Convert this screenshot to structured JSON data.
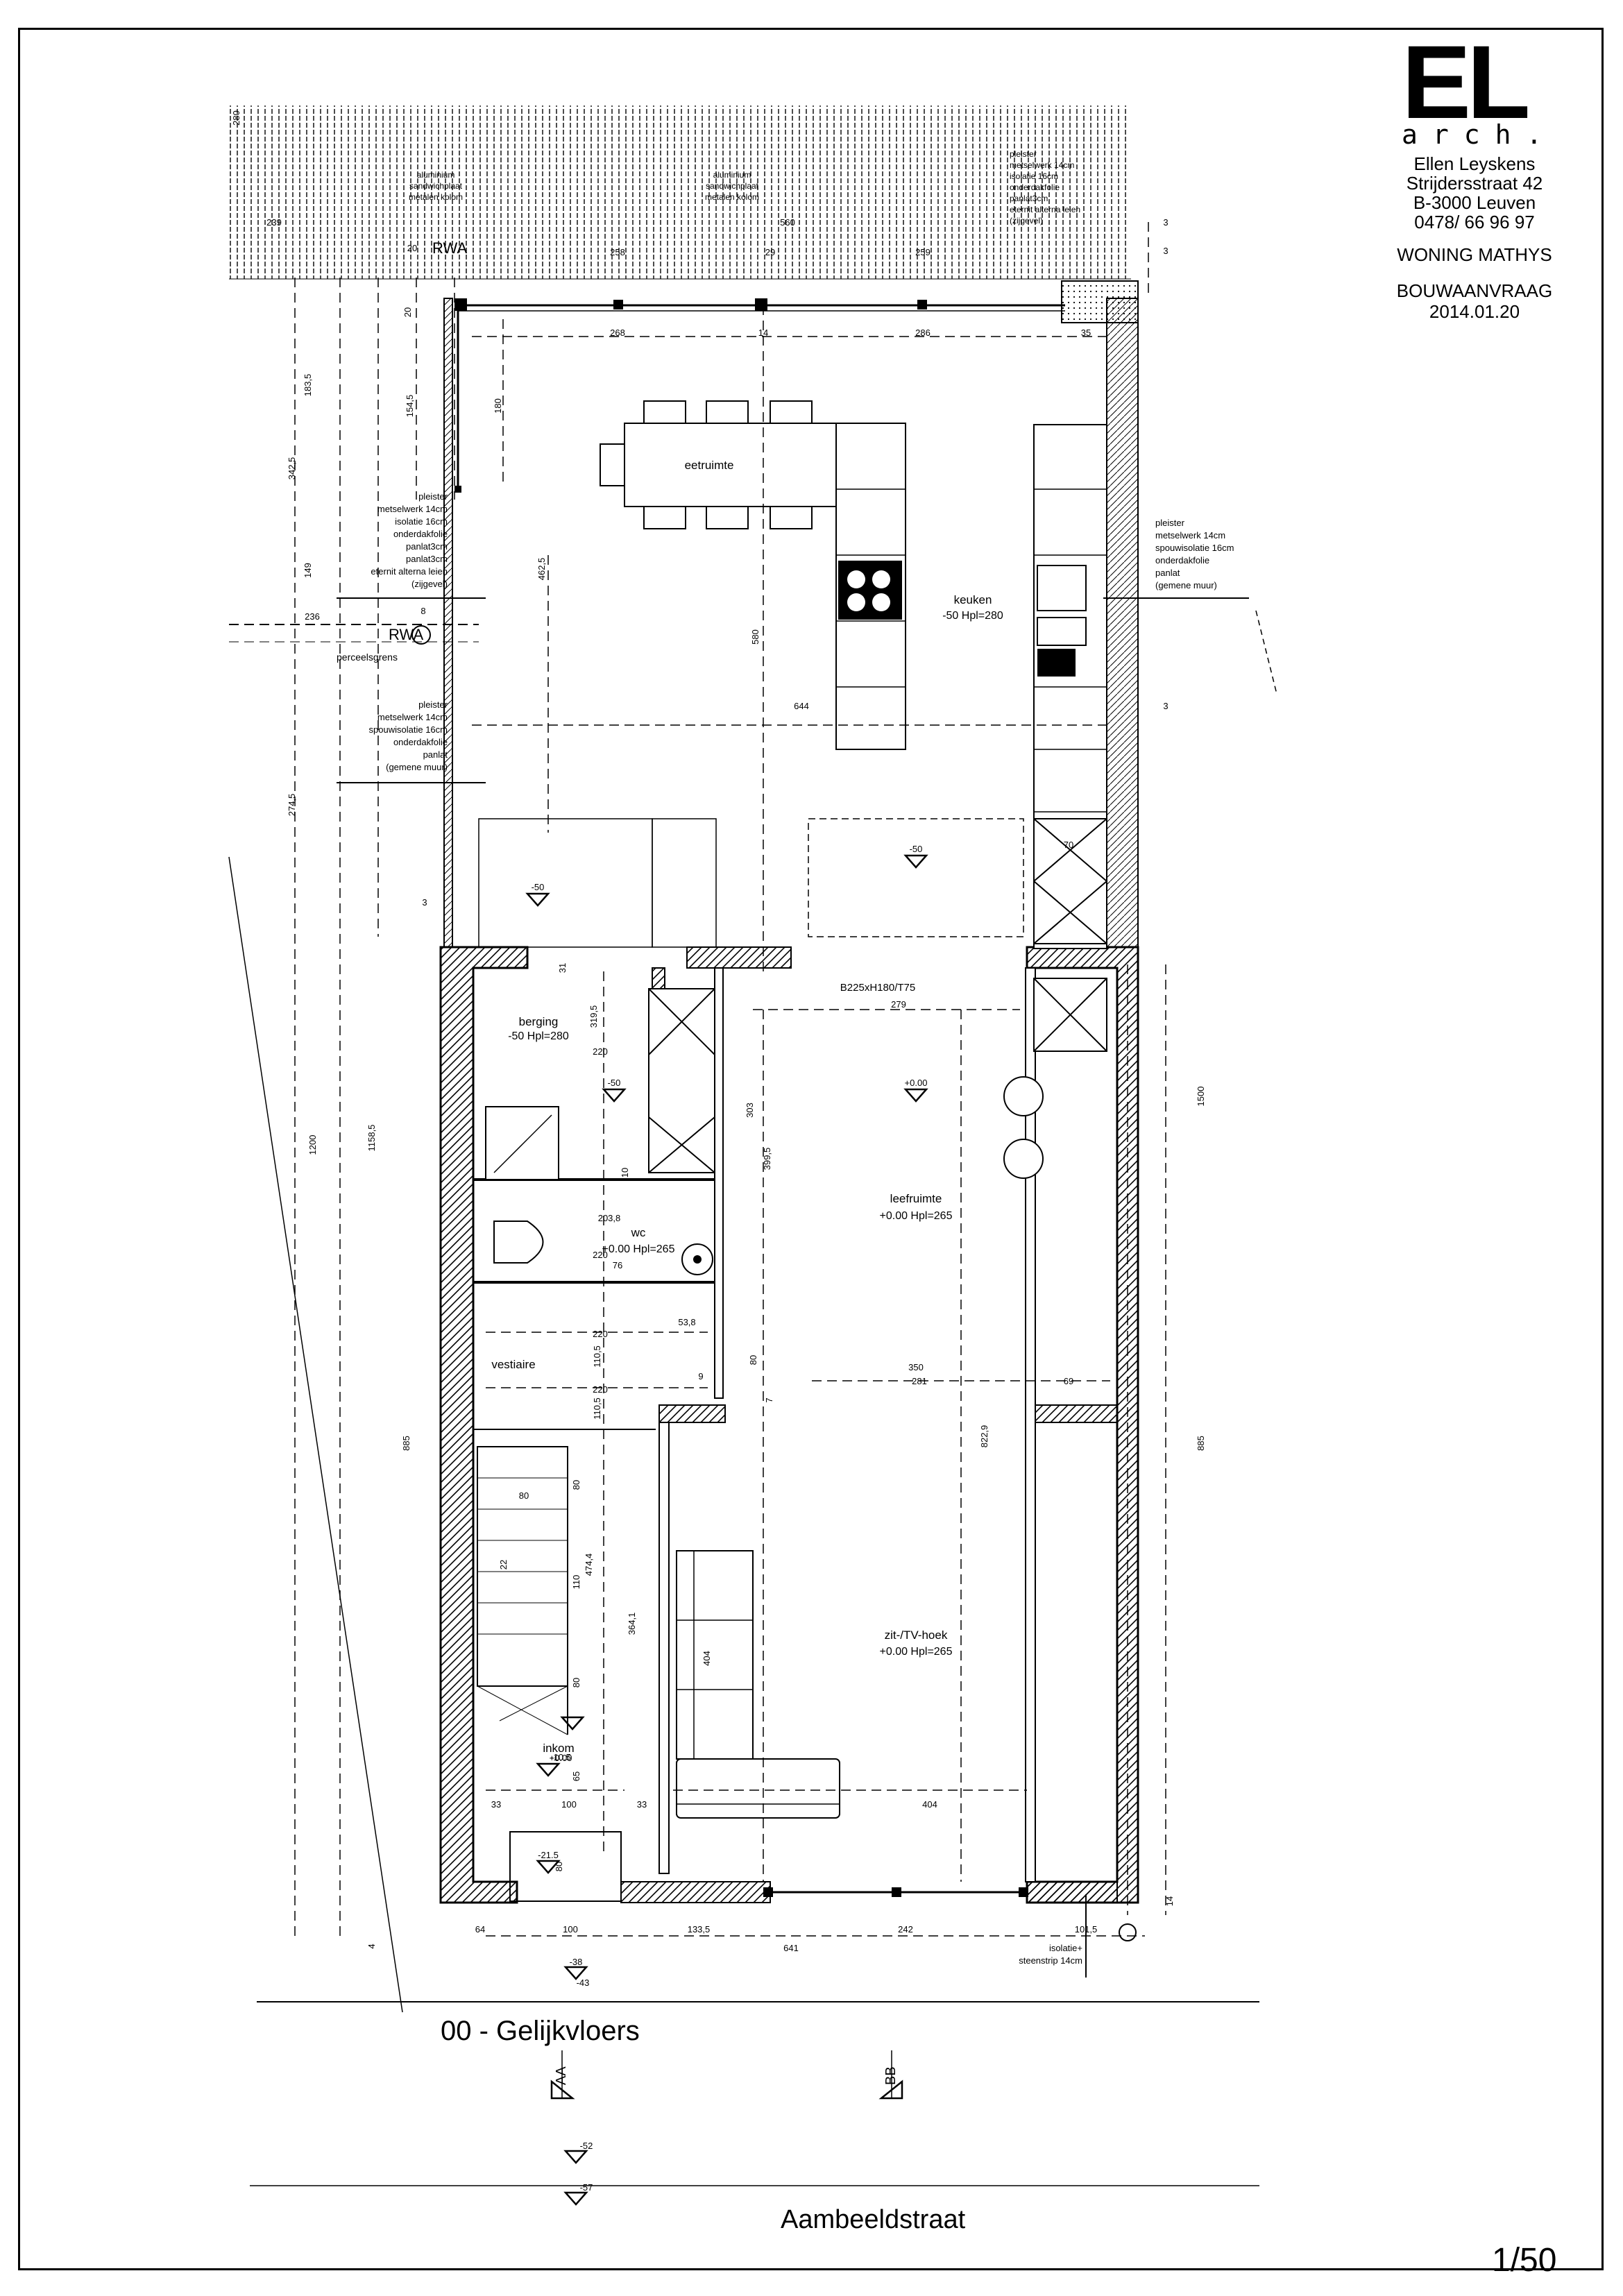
{
  "titleblock": {
    "logo_main": "EL",
    "logo_sub": "arch.",
    "architect_name": "Ellen Leyskens",
    "street_address": "Strijdersstraat 42",
    "city": "B-3000 Leuven",
    "phone": "0478/ 66 96 97",
    "project": "WONING MATHYS",
    "application": "BOUWAANVRAAG",
    "date": "2014.01.20"
  },
  "sheet": {
    "title": "00 - Gelijkvloers",
    "street": "Aambeeldstraat",
    "scale": "1/50"
  },
  "rooms": {
    "eetruimte": "eetruimte",
    "keuken": "keuken",
    "keuken_level": "-50 Hpl=280",
    "berging": "berging",
    "berging_level": "-50 Hpl=280",
    "wc": "wc",
    "wc_level": "+0.00 Hpl=265",
    "leefruimte": "leefruimte",
    "leefruimte_level": "+0.00 Hpl=265",
    "vestiaire": "vestiaire",
    "zithoek": "zit-/TV-hoek",
    "zithoek_level": "+0.00 Hpl=265",
    "inkom": "inkom",
    "inkom_level": "+0.00"
  },
  "annotations": {
    "rwa": "RWA",
    "perceelsgrens": "perceelsgrens",
    "opening": "B225xH180/T75",
    "wall_left_1": [
      "pleister",
      "metselwerk 14cm",
      "isolatie 16cm",
      "onderdakfolie",
      "panlat3cm",
      "panlat3cm",
      "eternit alterna leien",
      "(zijgevel)"
    ],
    "wall_left_2": [
      "pleister",
      "metselwerk 14cm",
      "spouwisolatie 16cm",
      "onderdakfolie",
      "panlat",
      "(gemene muur)"
    ],
    "wall_right": [
      "pleister",
      "metselwerk 14cm",
      "spouwisolatie 16cm",
      "onderdakfolie",
      "panlat",
      "(gemene muur)"
    ],
    "facade_note": [
      "isolatie+",
      "steenstrip 14cm"
    ],
    "rear_top_1": [
      "aluminium",
      "sandwichplaat",
      "metalen kolom"
    ],
    "rear_top_2": [
      "aluminium",
      "sandwichplaat",
      "metalen kolom"
    ],
    "rear_top_3": [
      "pleister",
      "metselwerk 14cm",
      "isolatie 16cm",
      "onderdakfolie",
      "panlat3cm",
      "eternit alterna leien",
      "(zijgevel)"
    ]
  },
  "levels": {
    "l_m50_a": "-50",
    "l_m50_b": "-50",
    "l_m50_c": "-50",
    "l_000": "+0.00",
    "l_m105": "-10.5",
    "l_m215": "-21.5",
    "l_m38": "-38",
    "l_m43": "-43",
    "l_m52": "-52",
    "l_m57": "-57"
  },
  "sections": {
    "a": "AA",
    "b": "BB"
  },
  "dims": {
    "d268a": "268",
    "d14": "14",
    "d286a": "286",
    "d35": "35",
    "d3a": "3",
    "d3b": "3",
    "d239": "239",
    "d258": "258",
    "d29": "29",
    "d259": "259",
    "d560": "560",
    "d20": "20",
    "d183": "183,5",
    "d154": "154,5",
    "d180": "180",
    "d342": "342,5",
    "d149": "149",
    "d8": "8",
    "d236": "236",
    "d462": "462,5",
    "d580": "580",
    "d644": "644",
    "d3c": "3",
    "d274": "274,5",
    "d3d": "3",
    "d70": "70",
    "d279": "279",
    "d31": "31",
    "d319": "319,5",
    "d220a": "220",
    "d303": "303",
    "d399": "399,5",
    "d1500": "1500",
    "d10": "10",
    "d203": "203,8",
    "d220b": "220",
    "d76": "76",
    "d1200": "1200",
    "d1158": "1158,5",
    "d53": "53,8",
    "d220c": "220",
    "d110a": "110,5",
    "d80a": "80",
    "d281": "281",
    "d350": "350",
    "d69": "69",
    "d9": "9",
    "d220d": "220",
    "d110b": "110,5",
    "d7": "7",
    "d885a": "885",
    "d885b": "885",
    "d822": "822,9",
    "d80b": "80",
    "d80c": "80",
    "d22": "22",
    "d110c": "110",
    "d474": "474,4",
    "d364": "364,1",
    "d404a": "404",
    "d80d": "80",
    "d65": "65",
    "d33a": "33",
    "d100a": "100",
    "d33b": "33",
    "d404b": "404",
    "d80e": "80",
    "d64": "64",
    "d100b": "100",
    "d133": "133,5",
    "d242": "242",
    "d101": "101,5",
    "d641": "641",
    "d4": "4",
    "d14b": "14",
    "d280": "280"
  }
}
